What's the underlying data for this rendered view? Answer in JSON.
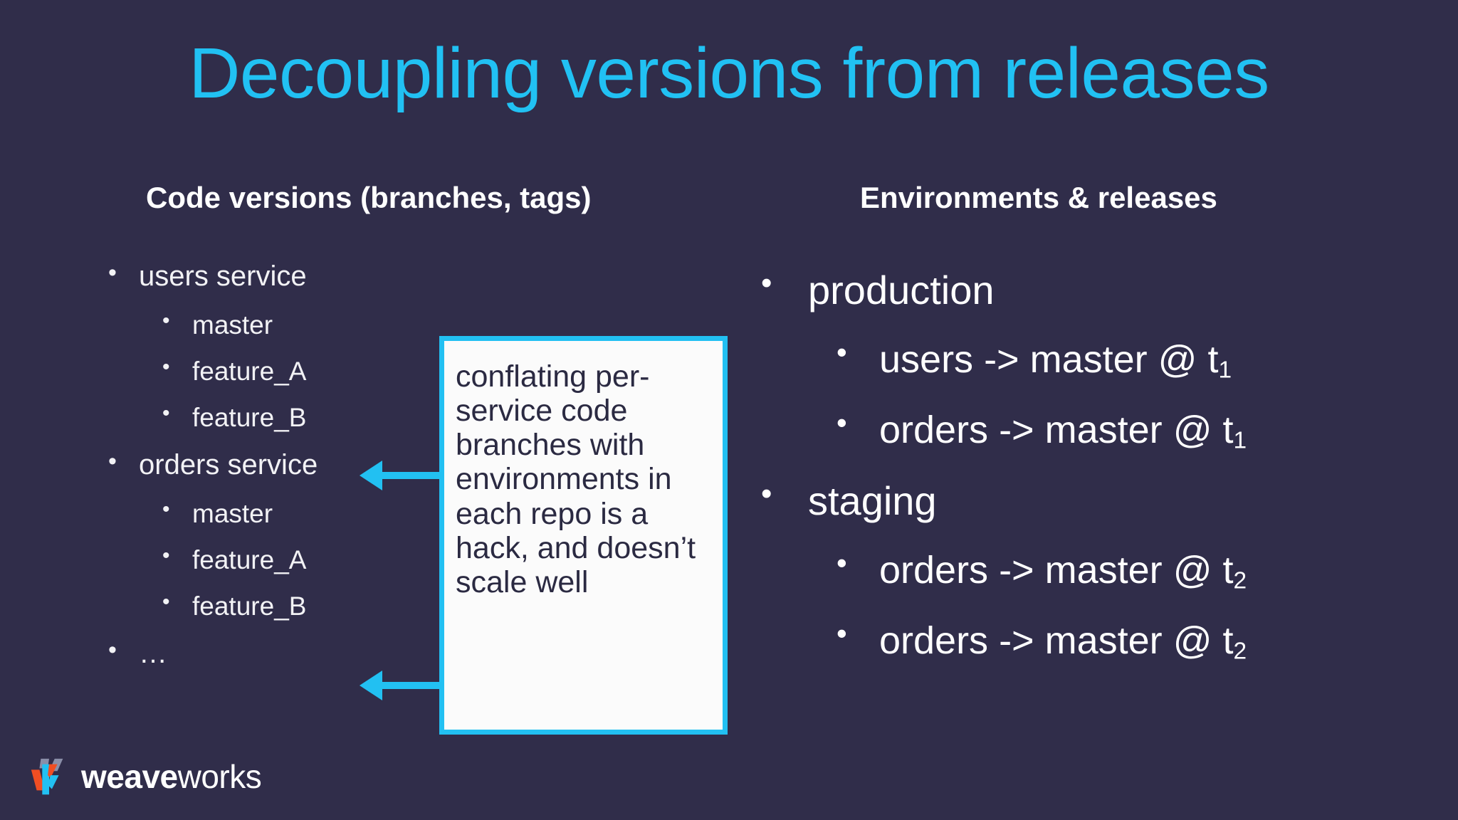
{
  "slide": {
    "title": "Decoupling versions from releases",
    "background_color": "#302d4a",
    "accent_color": "#22c0f2",
    "title_color": "#21c1f3"
  },
  "left_column": {
    "header": "Code versions (branches, tags)",
    "items": [
      {
        "level": 1,
        "label": "users service"
      },
      {
        "level": 2,
        "label": "master"
      },
      {
        "level": 2,
        "label": "feature_A"
      },
      {
        "level": 2,
        "label": "feature_B"
      },
      {
        "level": 1,
        "label": "orders service"
      },
      {
        "level": 2,
        "label": "master"
      },
      {
        "level": 2,
        "label": "feature_A"
      },
      {
        "level": 2,
        "label": "feature_B"
      },
      {
        "level": 1,
        "label": "…"
      }
    ]
  },
  "right_column": {
    "header": "Environments & releases",
    "items": [
      {
        "level": 1,
        "label": "production"
      },
      {
        "level": 2,
        "service": "users",
        "arrow": "->",
        "branch": "master",
        "at": "@",
        "time_base": "t",
        "time_sub": "1"
      },
      {
        "level": 2,
        "service": "orders",
        "arrow": "->",
        "branch": "master",
        "at": "@",
        "time_base": "t",
        "time_sub": "1"
      },
      {
        "level": 1,
        "label": "staging"
      },
      {
        "level": 2,
        "service": "orders",
        "arrow": "->",
        "branch": "master",
        "at": "@",
        "time_base": "t",
        "time_sub": "2"
      },
      {
        "level": 2,
        "service": "orders",
        "arrow": "->",
        "branch": "master",
        "at": "@",
        "time_base": "t",
        "time_sub": "2"
      }
    ]
  },
  "callout": {
    "text": "conflating per-service code branches with environments in each repo is a hack, and doesn’t scale well",
    "border_color": "#22c0f2",
    "background_color": "#fbfbfb",
    "text_color": "#2b2a42",
    "arrow_count": 2
  },
  "logo": {
    "name_bold": "weave",
    "name_light": "works",
    "mark_colors": [
      "#f04e23",
      "#22c0f2",
      "#8a8ea8"
    ]
  }
}
